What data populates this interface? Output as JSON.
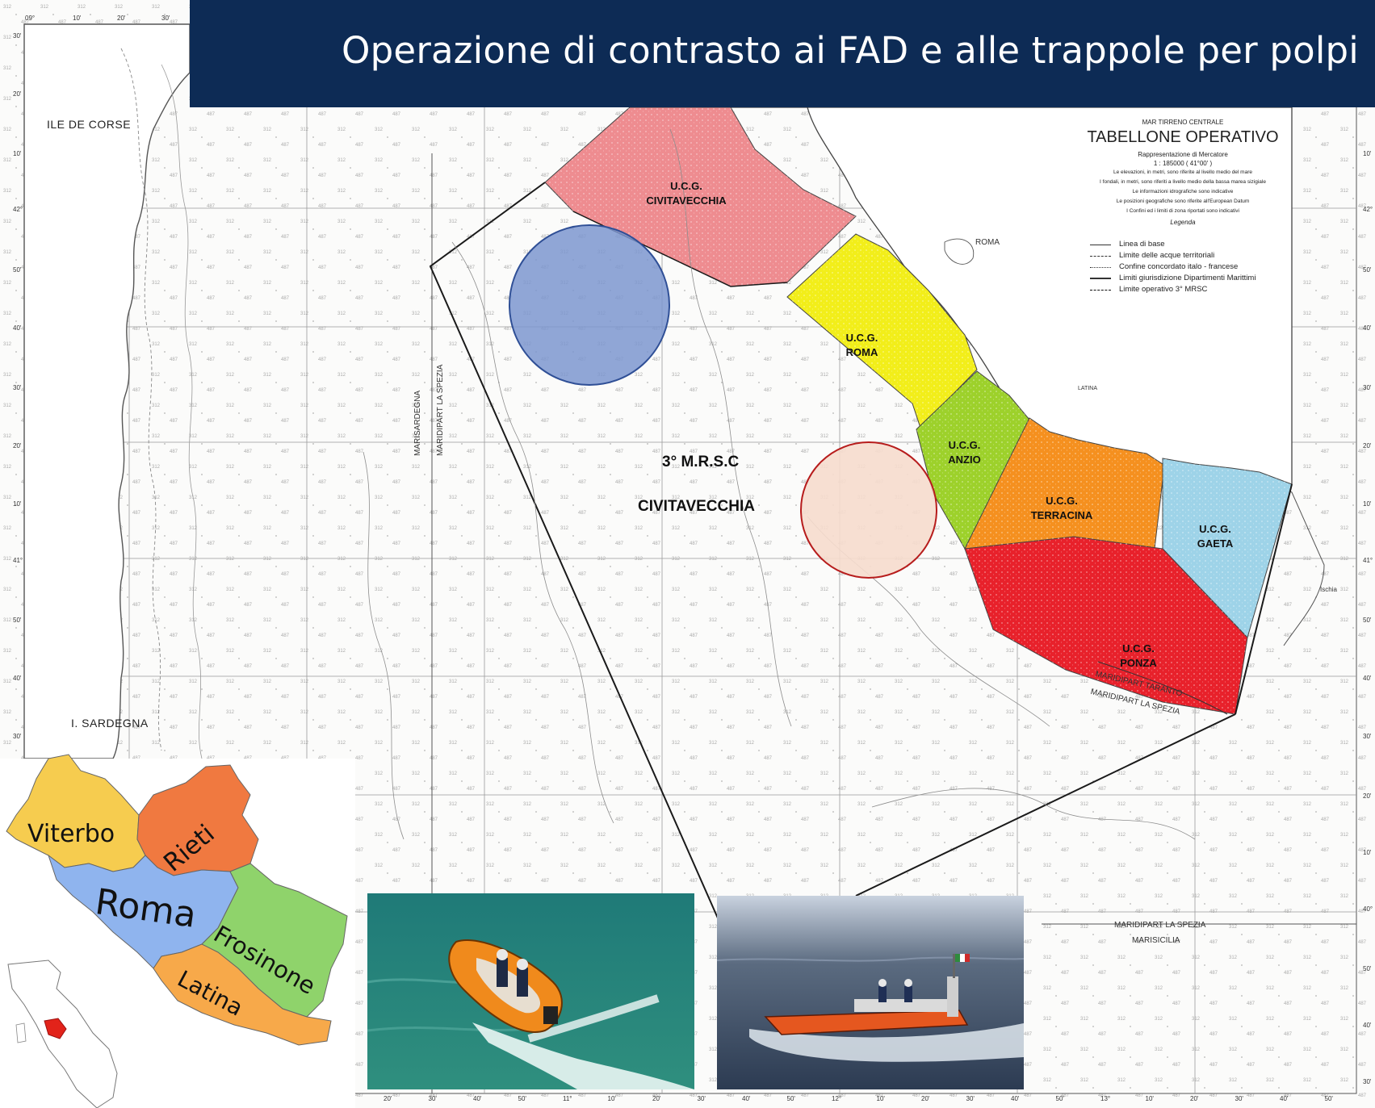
{
  "header": {
    "title": "Operazione di contrasto ai FAD e alle trappole per polpi"
  },
  "zones": [
    {
      "line1": "U.C.G.",
      "line2": "CIVITAVECCHIA",
      "color": "#ee8c90"
    },
    {
      "line1": "U.C.G.",
      "line2": "ROMA",
      "color": "#f2ee1a"
    },
    {
      "line1": "U.C.G.",
      "line2": "ANZIO",
      "color": "#9dd12b"
    },
    {
      "line1": "U.C.G.",
      "line2": "TERRACINA",
      "color": "#f5901f"
    },
    {
      "line1": "U.C.G.",
      "line2": "GAETA",
      "color": "#9ed3e8"
    },
    {
      "line1": "U.C.G.",
      "line2": "PONZA",
      "color": "#e8212b"
    }
  ],
  "mrsc": {
    "line1": "3° M.R.S.C",
    "line2": "CIVITAVECCHIA"
  },
  "chart_box": {
    "small_title": "MAR TIRRENO CENTRALE",
    "title": "TABELLONE OPERATIVO",
    "sub1": "Rappresentazione di Mercatore",
    "sub2": "1 : 185000  ( 41°00' )",
    "notes": [
      "Le elevazioni, in metri, sono riferite al livello medio del mare",
      "I fondali, in metri, sono riferiti a livello medio della bassa marea sizigiale",
      "Le informazioni idrografiche sono indicative",
      "Le posizioni geografiche sono riferite all'European Datum",
      "I Confini ed i limiti di zona riportati sono indicativi"
    ],
    "legend_title": "Legenda",
    "legend": [
      "Linea di base",
      "Limite delle acque territoriali",
      "Confine concordato italo - francese",
      "Limiti giurisdizione Dipartimenti Marittimi",
      "Limite operativo 3° MRSC"
    ]
  },
  "map_labels": {
    "corse": "ILE DE CORSE",
    "sardegna": "I. SARDEGNA",
    "roma": "ROMA",
    "marisardegna": "MARISARDEGNA",
    "maridipart_sp_vertical": "MARIDIPART LA SPEZIA",
    "maridipart_taranto": "MARIDIPART TARANTO",
    "maridipart_sp": "MARIDIPART LA SPEZIA",
    "maridipart_sp2": "MARIDIPART LA SPEZIA",
    "marisicilia": "MARISICILIA",
    "latina": "LATINA",
    "ischia": "Ischia"
  },
  "provinces": [
    {
      "name": "Viterbo",
      "color": "#f6cc4f"
    },
    {
      "name": "Rieti",
      "color": "#f07940"
    },
    {
      "name": "Roma",
      "color": "#8fb4ee"
    },
    {
      "name": "Frosinone",
      "color": "#8fd36b"
    },
    {
      "name": "Latina",
      "color": "#f7a94a"
    }
  ],
  "circles": [
    {
      "fill": "#7d96cf",
      "stroke": "#2f4f96"
    },
    {
      "fill": "#f6dccd",
      "stroke": "#b71c1c"
    }
  ],
  "lon_ticks_top": [
    "09°",
    "10'",
    "20'",
    "30'"
  ],
  "lon_ticks_bottom": [
    "20'",
    "30'",
    "40'",
    "50'",
    "11°",
    "10'",
    "20'",
    "30'",
    "40'",
    "50'",
    "12°",
    "10'",
    "20'",
    "30'",
    "40'",
    "50'",
    "13°",
    "10'",
    "20'",
    "30'",
    "40'",
    "50'"
  ],
  "lat_ticks_left": [
    "30'",
    "20'",
    "10'",
    "42°",
    "50'",
    "40'",
    "30'",
    "20'",
    "10'",
    "41°",
    "50'",
    "40'",
    "30'"
  ],
  "lat_ticks_right": [
    "10'",
    "42°",
    "50'",
    "40'",
    "30'",
    "20'",
    "10'",
    "41°",
    "50'",
    "40'",
    "30'",
    "20'",
    "10'",
    "40°",
    "50'",
    "40'",
    "30'"
  ]
}
